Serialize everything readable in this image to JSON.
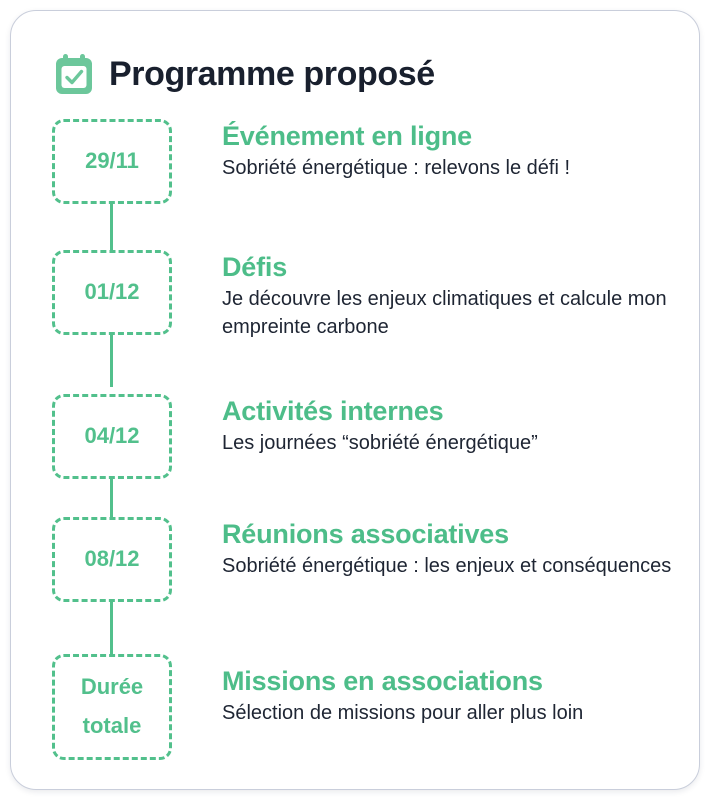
{
  "card": {
    "accent_color": "#52c08c",
    "title_color": "#19202e",
    "border_color": "#c9cedb"
  },
  "header": {
    "icon": "calendar-check-icon",
    "title": "Programme proposé"
  },
  "timeline": {
    "entries": [
      {
        "badge": "29/11",
        "badge_lines": [
          "29/11"
        ],
        "title": "Événement en ligne",
        "description": "Sobriété énergétique : relevons le défi !"
      },
      {
        "badge": "01/12",
        "badge_lines": [
          "01/12"
        ],
        "title": "Défis",
        "description": "Je découvre les enjeux climatiques et calcule mon empreinte carbone"
      },
      {
        "badge": "04/12",
        "badge_lines": [
          "04/12"
        ],
        "title": "Activités internes",
        "description": "Les journées “sobriété énergétique”"
      },
      {
        "badge": "08/12",
        "badge_lines": [
          "08/12"
        ],
        "title": "Réunions associatives",
        "description": "Sobriété énergétique : les enjeux et conséquences"
      },
      {
        "badge": "Durée totale",
        "badge_lines": [
          "Durée",
          "totale"
        ],
        "title": "Missions en associations",
        "description": "Sélection de missions pour aller plus loin"
      }
    ]
  }
}
